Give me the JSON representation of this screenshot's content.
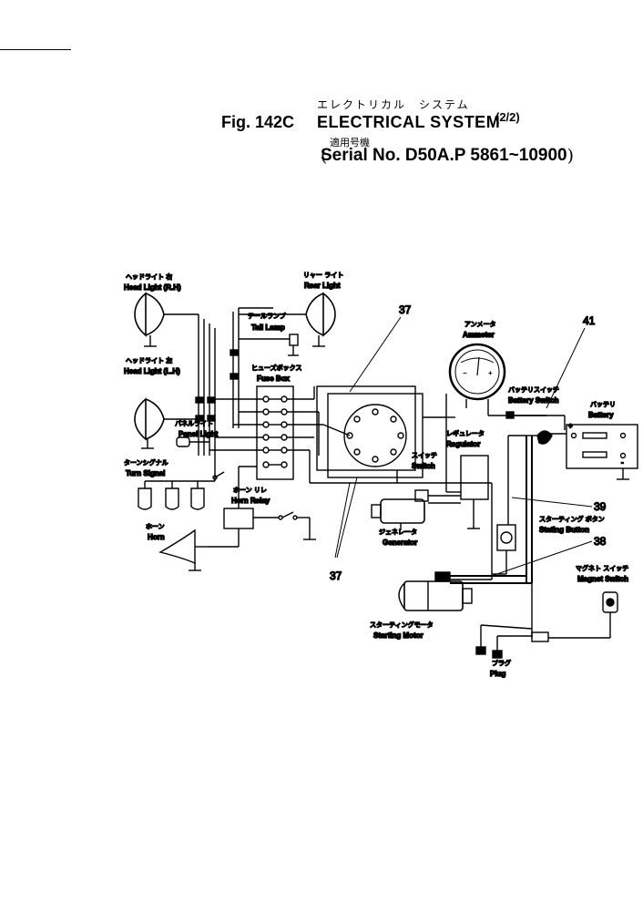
{
  "header": {
    "title_jp": "エレクトリカル　システム",
    "fig_label": "Fig. 142C",
    "title": "ELECTRICAL SYSTEM",
    "fraction": "(2/2)",
    "serial_jp": "適用号機",
    "serial": "Serial No. D50A.P 5861~10900"
  },
  "components": {
    "head_light_rh": {
      "jp": "ヘッドライト 右",
      "en": "Head Light (R.H)"
    },
    "rear_light": {
      "jp": "リャー ライト",
      "en": "Rear Light"
    },
    "tail_lamp": {
      "jp": "テールランプ",
      "en": "Tail Lamp"
    },
    "head_light_lh": {
      "jp": "ヘッドライト 左",
      "en": "Head Light (L.H)"
    },
    "fuse_box": {
      "jp": "ヒューズボックス",
      "en": "Fuse Box"
    },
    "panel_light": {
      "jp": "パネルライト",
      "en": "Panel Light"
    },
    "turn_signal": {
      "jp": "ターンシグナル",
      "en": "Turn Signal"
    },
    "horn_relay": {
      "jp": "ホーン リレ",
      "en": "Horn Relay"
    },
    "horn": {
      "jp": "ホーン",
      "en": "Horn"
    },
    "ammeter": {
      "jp": "アンメータ",
      "en": "Ammeter"
    },
    "battery_switch": {
      "jp": "バッテリスイッチ",
      "en": "Battery Switch"
    },
    "battery": {
      "jp": "バッテリ",
      "en": "Battery"
    },
    "regulator": {
      "jp": "レギュレータ",
      "en": "Regulator"
    },
    "switch": {
      "jp": "スイッチ",
      "en": "Switch"
    },
    "generator": {
      "jp": "ジェネレータ",
      "en": "Generator"
    },
    "starting_button": {
      "jp": "スターティング ボタン",
      "en": "Stating Button"
    },
    "magnet_switch": {
      "jp": "マグネト スイッチ",
      "en": "Magnet Switch"
    },
    "starting_motor": {
      "jp": "スターティングモータ",
      "en": "Starting Motor"
    },
    "plug": {
      "jp": "プラグ",
      "en": "Plug"
    }
  },
  "callouts": {
    "c37_top": "37",
    "c41": "41",
    "c39": "39",
    "c38": "38",
    "c37_bottom": "37"
  },
  "battery_terminals": {
    "plus": "+",
    "minus": "-"
  }
}
